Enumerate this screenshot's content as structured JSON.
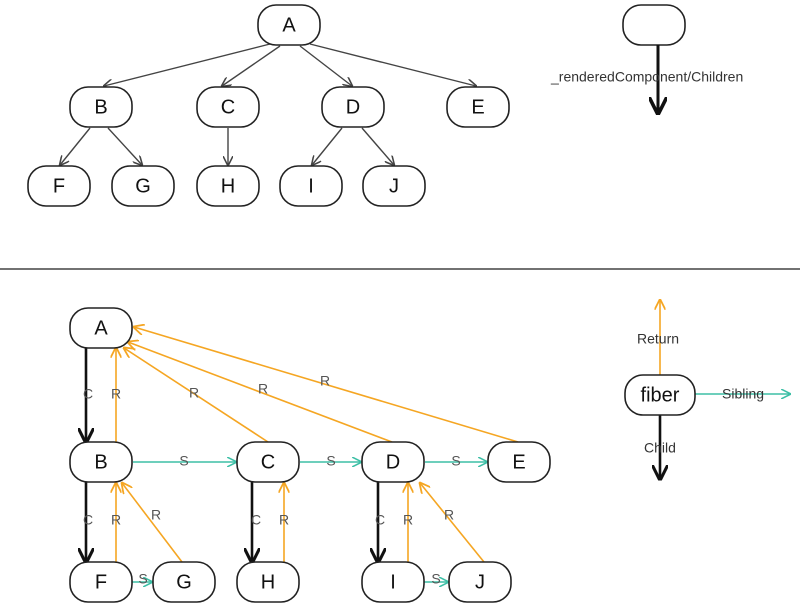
{
  "colors": {
    "tree_edge": "#444444",
    "child": "#111111",
    "return": "#f5a623",
    "sibling": "#3dbfa6",
    "label_gray": "#555555",
    "divider": "#444444"
  },
  "top_tree": {
    "nodes": [
      "A",
      "B",
      "C",
      "D",
      "E",
      "F",
      "G",
      "H",
      "I",
      "J"
    ],
    "legend_caption": "_renderedComponent/Children"
  },
  "bottom_tree": {
    "nodes": [
      "A",
      "B",
      "C",
      "D",
      "E",
      "F",
      "G",
      "H",
      "I",
      "J"
    ],
    "edge_labels": {
      "child": "C",
      "return": "R",
      "sibling": "S"
    },
    "legend": {
      "node": "fiber",
      "return": "Return",
      "sibling": "Sibling",
      "child": "Child"
    }
  }
}
